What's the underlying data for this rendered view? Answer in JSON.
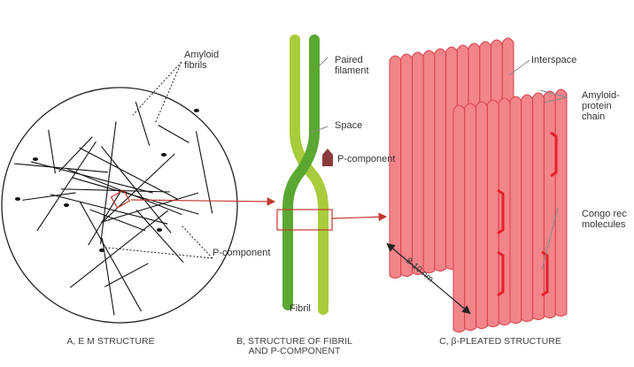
{
  "labels": {
    "amyloid_fibrils": "Amyloid fibrils",
    "p_component_a": "P-component",
    "paired_filament": "Paired filament",
    "space": "Space",
    "p_component_b": "P-component",
    "fibril": "Fibril",
    "interspace": "Interspace",
    "amyloid_protein_chain": "Amyloid-protein chain",
    "congo_red": "Congo rec molecules",
    "size": "8-10 nm"
  },
  "captions": {
    "a": "A, E M STRUCTURE",
    "b": "B, STRUCTURE OF FIBRIL AND P-COMPONENT",
    "c": "C, β-PLEATED STRUCTURE"
  },
  "colors": {
    "fibril_dark": "#5aa832",
    "fibril_light": "#a8cc3c",
    "beta": "#f2858a",
    "beta_line": "#d9404a",
    "arrow": "#c0392b",
    "p_component": "#8b3a3a"
  }
}
